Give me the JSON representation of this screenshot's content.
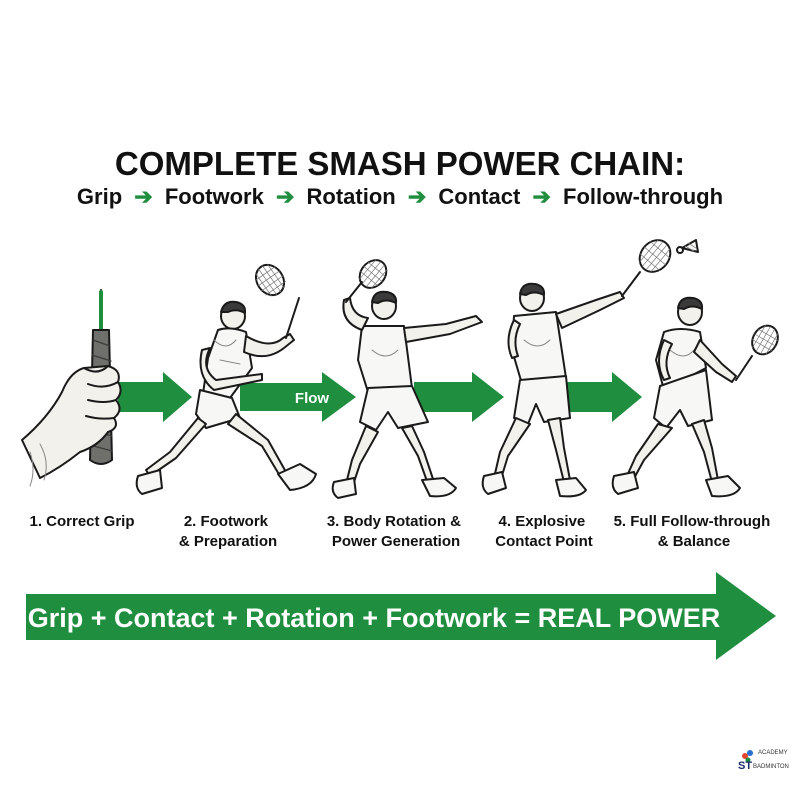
{
  "title": "COMPLETE SMASH POWER CHAIN:",
  "chain": {
    "steps": [
      "Grip",
      "Footwork",
      "Rotation",
      "Contact",
      "Follow-through"
    ],
    "arrow_glyph": "➔"
  },
  "flow_label": "Flow",
  "stages": [
    {
      "line1": "1. Correct Grip",
      "line2": ""
    },
    {
      "line1": "2. Footwork",
      "line2": "& Preparation"
    },
    {
      "line1": "3. Body Rotation &",
      "line2": "Power Generation"
    },
    {
      "line1": "4. Explosive",
      "line2": "Contact Point"
    },
    {
      "line1": "5. Full Follow-through",
      "line2": "& Balance"
    }
  ],
  "banner": "Grip + Contact + Rotation + Footwork = REAL POWER",
  "logo": {
    "line1": "ACADEMY",
    "line2": "ST",
    "line3": "BADMINTON"
  },
  "colors": {
    "accent_green": "#1f8f3f",
    "text": "#111111",
    "background": "#ffffff"
  },
  "icons": [
    "badminton-grip-hand-icon",
    "player-figure-icon",
    "racket-icon",
    "shuttlecock-icon",
    "flow-arrow-icon"
  ]
}
